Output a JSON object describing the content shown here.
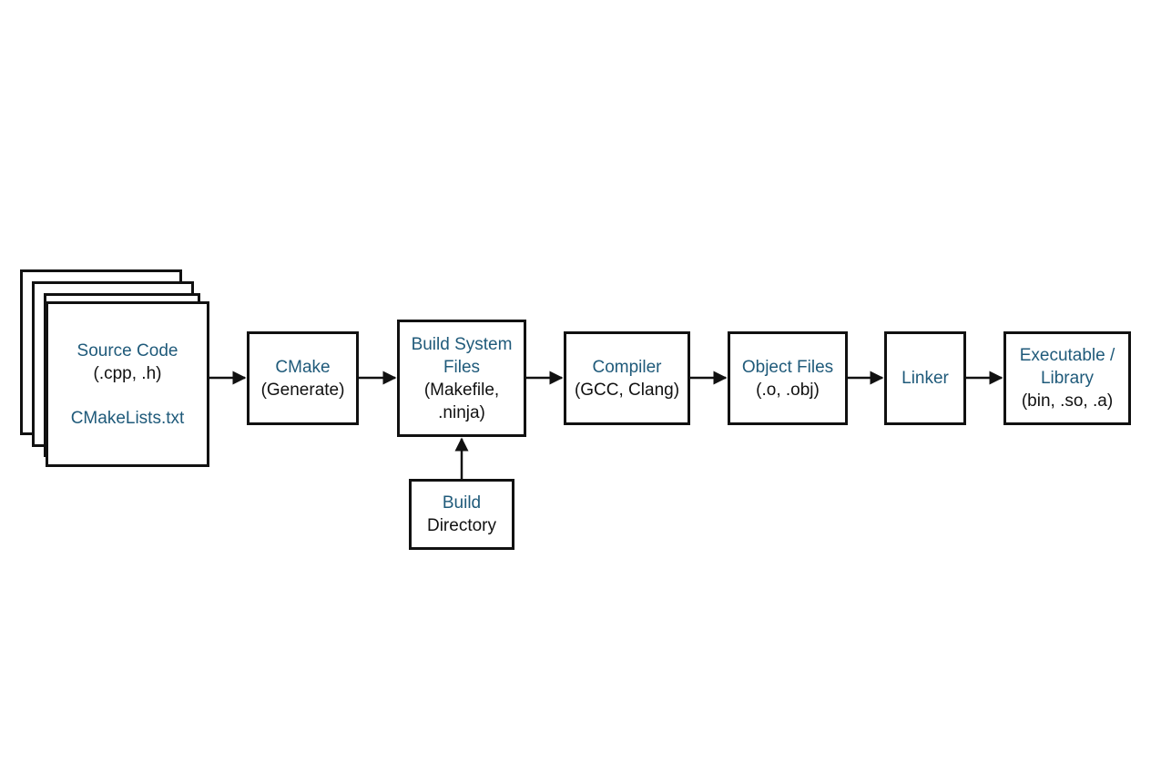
{
  "colors": {
    "accent_text": "#1f5a7a",
    "body_text": "#111111",
    "stroke": "#111111",
    "background": "#ffffff"
  },
  "nodes": {
    "source": {
      "title": "Source Code",
      "subtitle": "(.cpp, .h)",
      "extra": "CMakeLists.txt"
    },
    "cmake": {
      "title": "CMake",
      "subtitle": "(Generate)"
    },
    "build_system": {
      "title_line1": "Build System",
      "title_line2": "Files",
      "subtitle_line1": "(Makefile,",
      "subtitle_line2": ".ninja)"
    },
    "compiler": {
      "title": "Compiler",
      "subtitle": "(GCC, Clang)"
    },
    "object_files": {
      "title": "Object Files",
      "subtitle": "(.o, .obj)"
    },
    "linker": {
      "title": "Linker"
    },
    "output": {
      "title_line1": "Executable /",
      "title_line2": "Library",
      "subtitle": "(bin, .so, .a)"
    },
    "build_dir": {
      "title": "Build",
      "subtitle": "Directory"
    }
  }
}
